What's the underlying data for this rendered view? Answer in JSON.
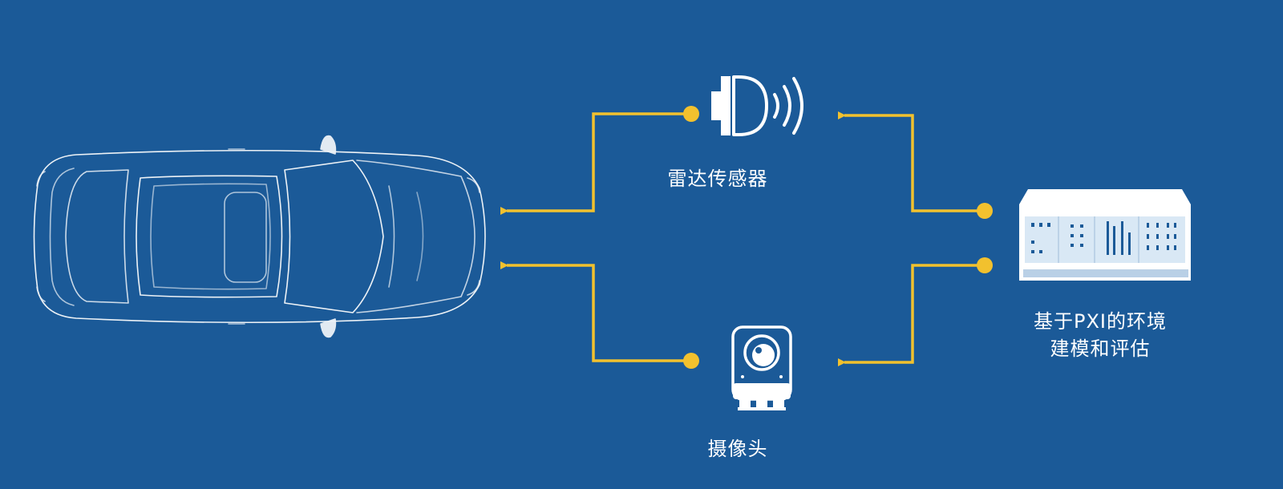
{
  "nodes": {
    "radar_label": "雷达传感器",
    "camera_label": "摄像头",
    "pxi_label_line1": "基于PXI的环境",
    "pxi_label_line2": "建模和评估"
  },
  "icons": {
    "car": "car-outline-icon",
    "radar": "radar-sensor-icon",
    "camera": "camera-icon",
    "pxi": "pxi-chassis-icon"
  },
  "colors": {
    "background": "#1b5a98",
    "connector": "#f2c12e",
    "icon": "#ffffff"
  }
}
